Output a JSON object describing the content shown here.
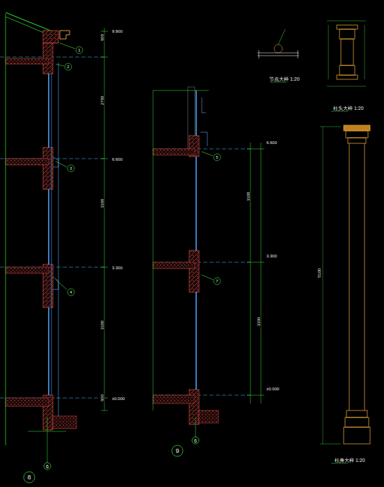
{
  "diagram": {
    "nodes": [
      {
        "text": [
          "8"
        ]
      },
      {
        "text": [
          "6"
        ]
      },
      {
        "text": [
          "9"
        ]
      },
      {
        "text": [
          "6"
        ]
      }
    ],
    "labels": [
      "9.900",
      "600",
      "2700",
      "6.600",
      "3300",
      "3.300",
      "3300",
      "600",
      "±0.000",
      "6.600",
      "3300",
      "3.300",
      "3300",
      "±0.000",
      "1",
      "2",
      "3",
      "4",
      "5",
      "7",
      "节点大样 1:20",
      "柱头大样 1:20",
      "5100",
      "柱身大样 1:20"
    ]
  }
}
